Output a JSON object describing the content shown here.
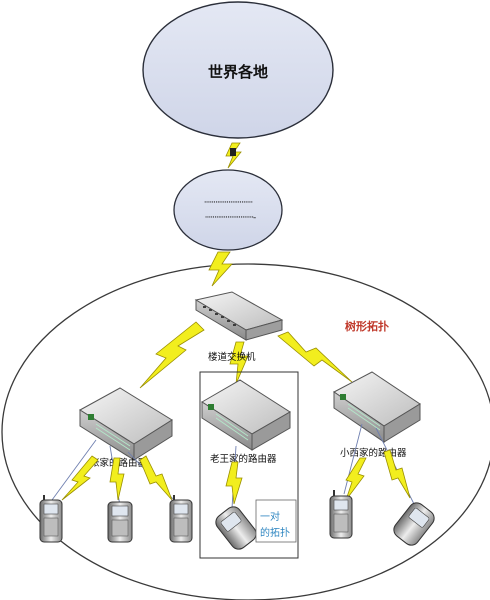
{
  "cloud": {
    "label": "世界各地"
  },
  "isp": {
    "dots_line1": "··························",
    "dots_line2": "··························-"
  },
  "tree_label": "树形拓扑",
  "core_switch": {
    "label": "楼道交换机"
  },
  "routers": {
    "left": {
      "label": "张家的路由器"
    },
    "center": {
      "label": "老王家的路由器"
    },
    "right": {
      "label": "小西家的路由器"
    }
  },
  "p2p_label": {
    "line1": "一对",
    "line2": "的拓扑"
  },
  "colors": {
    "ellipse_fill": "#dce1ef",
    "ellipse_stroke": "#2b2f3a",
    "bolt_fill": "#f2ee1e",
    "bolt_stroke": "#9a8f00",
    "tree_label": "#c0392b",
    "p2p_label": "#2e86c1",
    "device_body": "#e6e6e6",
    "device_stroke": "#555555"
  }
}
